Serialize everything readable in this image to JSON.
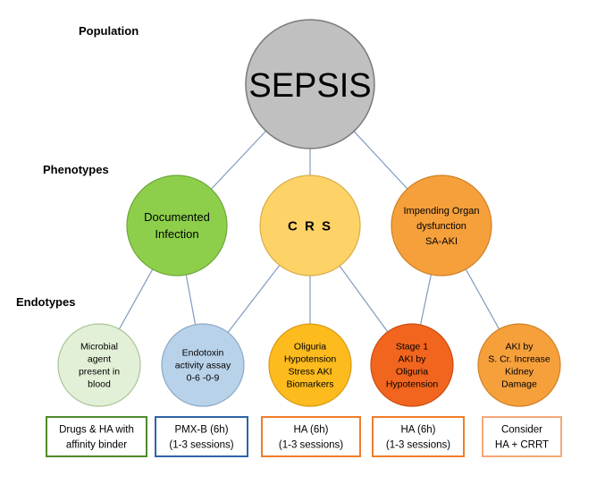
{
  "levels": {
    "population": "Population",
    "phenotypes": "Phenotypes",
    "endotypes": "Endotypes"
  },
  "root": {
    "label": "SEPSIS",
    "fill": "#c0c0c0",
    "stroke": "#7a7a7a"
  },
  "phenotypes": [
    {
      "lines": [
        "Documented",
        "Infection"
      ],
      "fill": "#8dcf4b",
      "stroke": "#6fa63a"
    },
    {
      "lines": [
        "C R S"
      ],
      "fill": "#fdd267",
      "stroke": "#d8ad48"
    },
    {
      "lines": [
        "Impending Organ",
        "dysfunction",
        "SA-AKI"
      ],
      "fill": "#f6a03c",
      "stroke": "#cf8025"
    }
  ],
  "endotypes": [
    {
      "lines": [
        "Microbial",
        "agent",
        "present in",
        "blood"
      ],
      "fill": "#e3f0d8",
      "stroke": "#a9c495"
    },
    {
      "lines": [
        "Endotoxin",
        "activity assay",
        "0-6 -0-9"
      ],
      "fill": "#b8d2ea",
      "stroke": "#8aa9c6"
    },
    {
      "lines": [
        "Oliguria",
        "Hypotension",
        "Stress AKI",
        "Biomarkers"
      ],
      "fill": "#fdbb1e",
      "stroke": "#d89a12"
    },
    {
      "lines": [
        "Stage 1",
        "AKI by",
        "Oliguria",
        "Hypotension"
      ],
      "fill": "#f2651e",
      "stroke": "#c84d12"
    },
    {
      "lines": [
        "AKI by",
        "S. Cr. Increase",
        "Kidney",
        "Damage"
      ],
      "fill": "#f6a03c",
      "stroke": "#cf8025"
    }
  ],
  "treatments": [
    {
      "lines": [
        "Drugs & HA with",
        "affinity binder"
      ],
      "border": "#4e8a2c"
    },
    {
      "lines": [
        "PMX-B (6h)",
        "(1-3 sessions)"
      ],
      "border": "#2f63a8"
    },
    {
      "lines": [
        "HA (6h)",
        "(1-3 sessions)"
      ],
      "border": "#f07d2a"
    },
    {
      "lines": [
        "HA (6h)",
        "(1-3 sessions)"
      ],
      "border": "#f07d2a"
    },
    {
      "lines": [
        "Consider",
        "HA + CRRT"
      ],
      "border": "#f5a878"
    }
  ],
  "edges": {
    "root_to_phenotypes": [
      0,
      1,
      2
    ],
    "phenotype_to_endotype": [
      [
        0,
        0
      ],
      [
        0,
        1
      ],
      [
        1,
        1
      ],
      [
        1,
        2
      ],
      [
        1,
        3
      ],
      [
        2,
        3
      ],
      [
        2,
        4
      ]
    ]
  }
}
